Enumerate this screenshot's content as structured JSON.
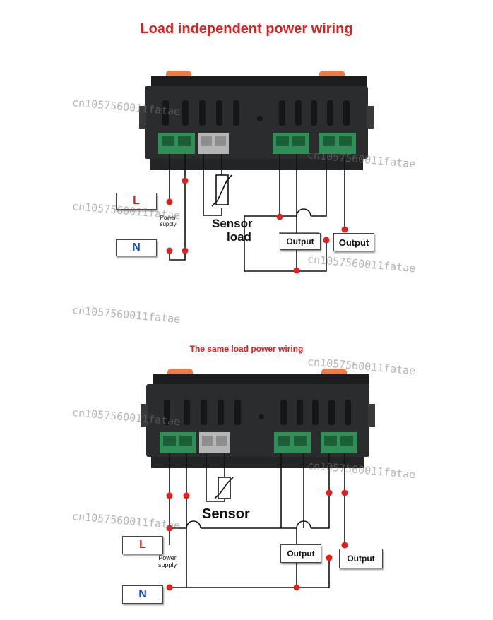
{
  "colors": {
    "title": "#e0201e",
    "dot": "#e0201e",
    "wire": "#111111",
    "L_text": "#d41e1e",
    "N_text": "#1e4fbf",
    "device_body": "#2b2c2e",
    "terminal_green": "#2f8f57",
    "knob_orange": "#f07a45"
  },
  "diagram1": {
    "title": "Load independent power wiring",
    "label_L": "L",
    "label_N": "N",
    "power_supply": "Power supply",
    "sensor": "Sensor",
    "load": "load",
    "output_1": "Output",
    "output_2": "Output"
  },
  "diagram2": {
    "title": "The same load power wiring",
    "label_L": "L",
    "label_N": "N",
    "power_supply": "Power supply",
    "sensor": "Sensor",
    "output_1": "Output",
    "output_2": "Output"
  },
  "watermark": "cn1057560011fatae"
}
